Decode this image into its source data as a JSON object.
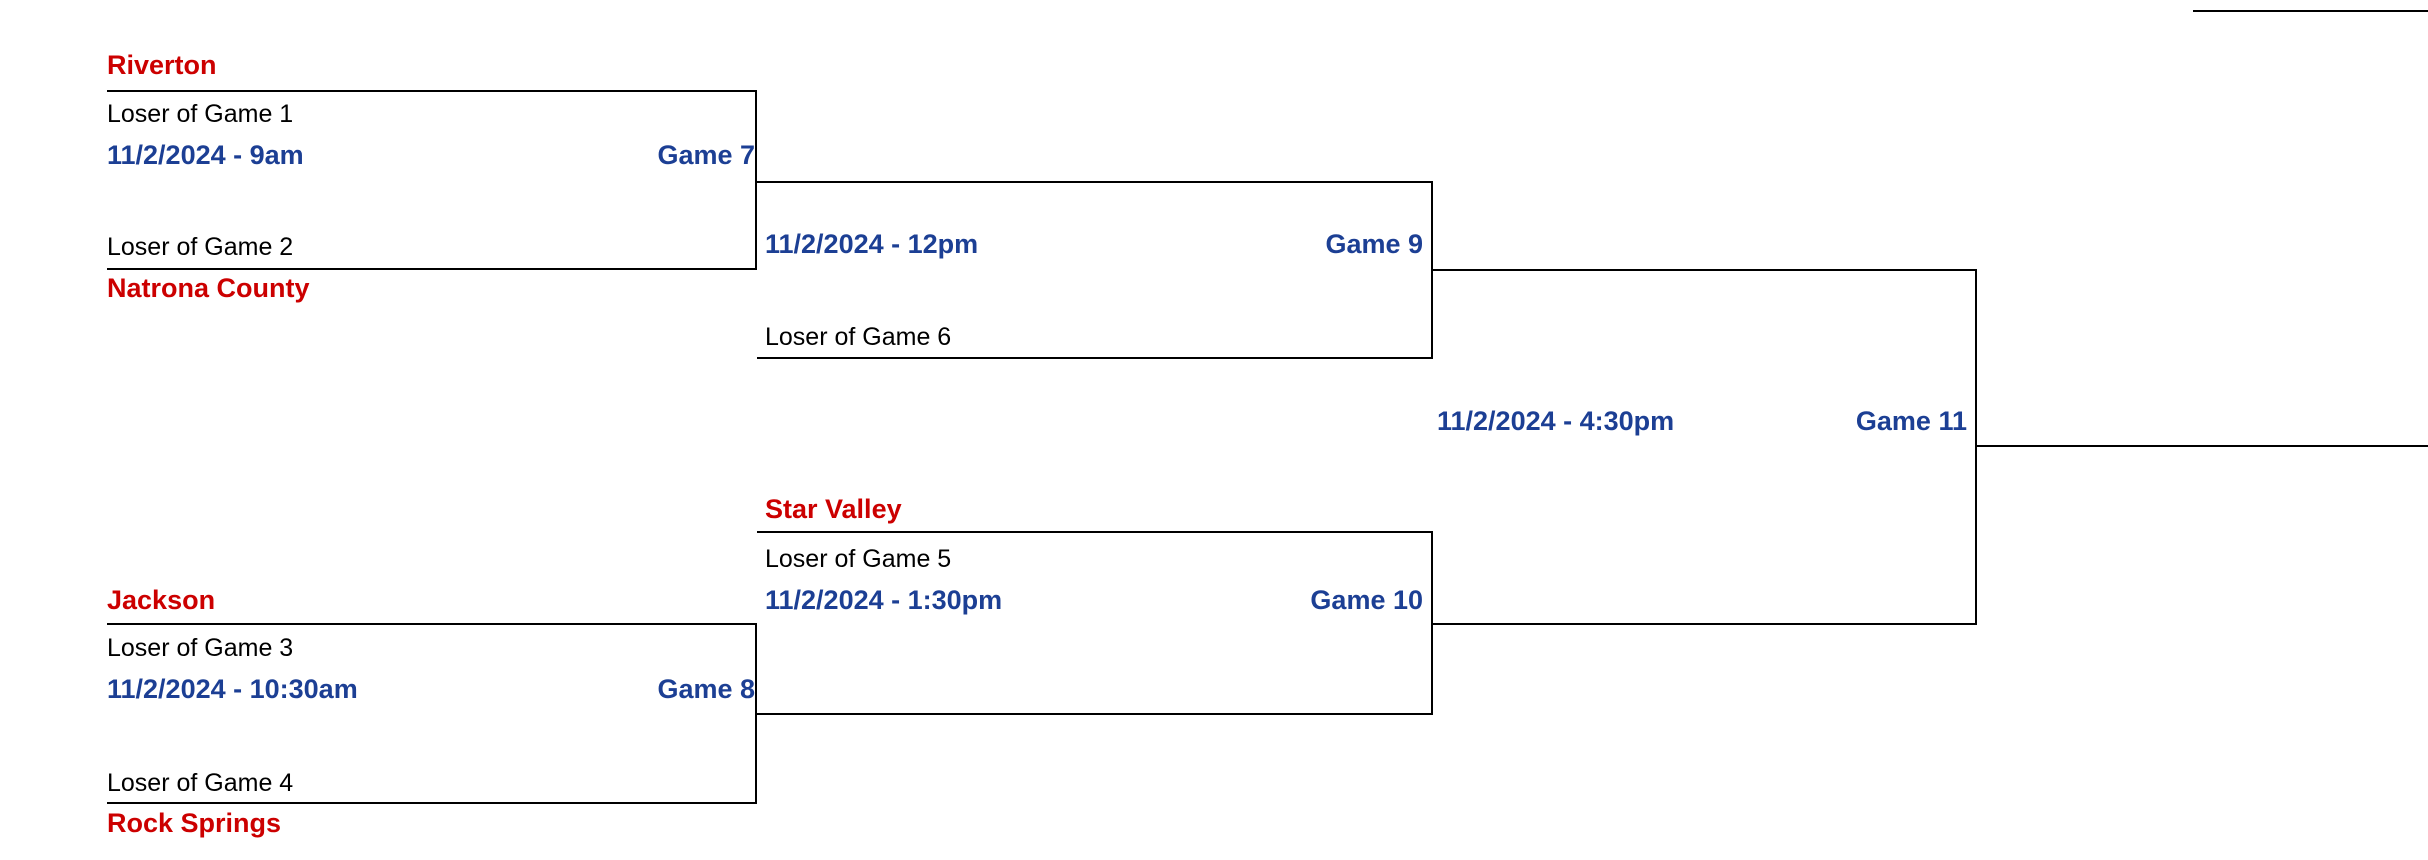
{
  "colors": {
    "team_name": "#cc0000",
    "game_info": "#1c3f94",
    "slot_label": "#000000",
    "line": "#000000",
    "background": "#ffffff"
  },
  "games": {
    "game7": {
      "top_team": "Riverton",
      "top_slot": "Loser of Game 1",
      "datetime": "11/2/2024 - 9am",
      "label": "Game 7",
      "bottom_slot": "Loser of Game 2",
      "bottom_team": "Natrona County"
    },
    "game8": {
      "top_team": "Jackson",
      "top_slot": "Loser of Game 3",
      "datetime": "11/2/2024 - 10:30am",
      "label": "Game 8",
      "bottom_slot": "Loser of Game 4",
      "bottom_team": "Rock Springs"
    },
    "game9": {
      "datetime": "11/2/2024 - 12pm",
      "label": "Game 9",
      "bottom_slot": "Loser of Game 6"
    },
    "game10": {
      "top_team": "Star Valley",
      "top_slot": "Loser of Game 5",
      "datetime": "11/2/2024 - 1:30pm",
      "label": "Game 10"
    },
    "game11": {
      "datetime": "11/2/2024 - 4:30pm",
      "label": "Game 11"
    }
  }
}
